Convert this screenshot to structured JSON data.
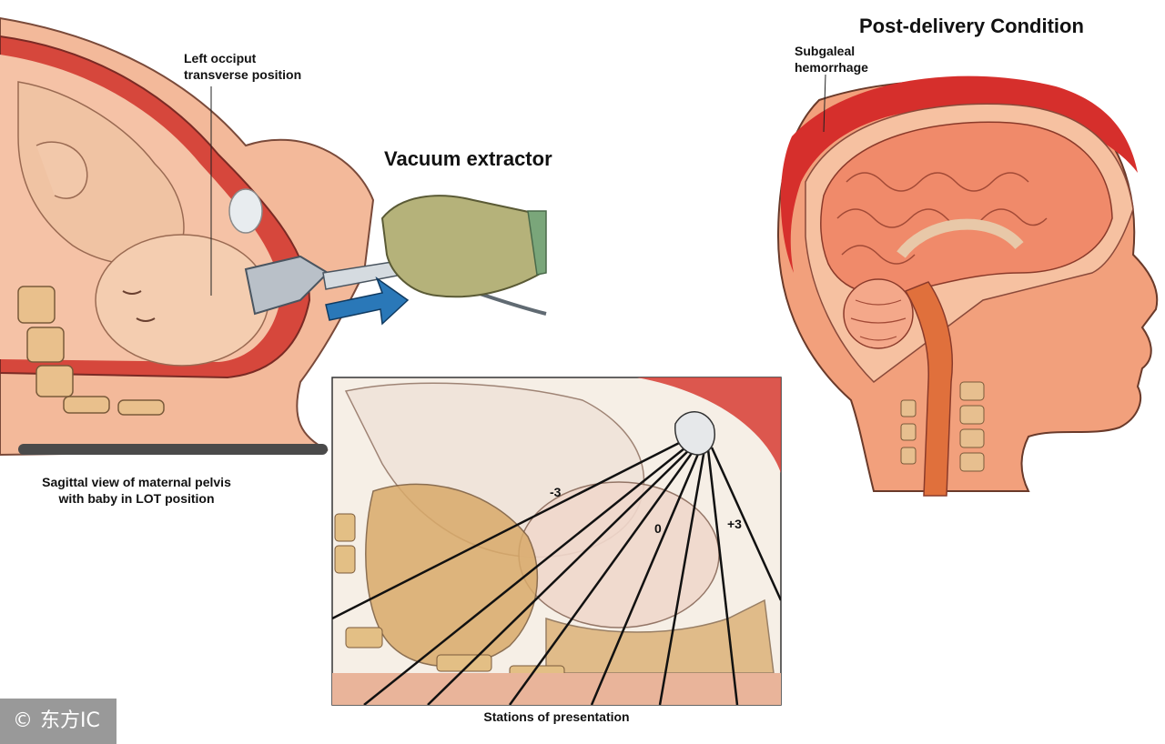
{
  "labels": {
    "lot_position": [
      "Left occiput",
      "transverse position"
    ],
    "vacuum_extractor": "Vacuum extractor",
    "sagittal_view": [
      "Sagittal view of maternal pelvis",
      "with baby in LOT position"
    ],
    "post_delivery": "Post-delivery Condition",
    "subgaleal": [
      "Subgaleal",
      "hemorrhage"
    ],
    "stations_title": "Stations of presentation",
    "stations": [
      "-3",
      "0",
      "+3"
    ]
  },
  "watermark": {
    "symbol": "©",
    "text": "东方IC"
  },
  "icons": [
    "copyright-icon"
  ],
  "colors": {
    "skin": "#f2b28f",
    "uterus": "#d9443a",
    "bone": "#e6c08a",
    "brain": "#f0a07e",
    "hemorrhage": "#d62f2c",
    "arrow": "#2a78b8",
    "glove": "#b5b27a"
  }
}
